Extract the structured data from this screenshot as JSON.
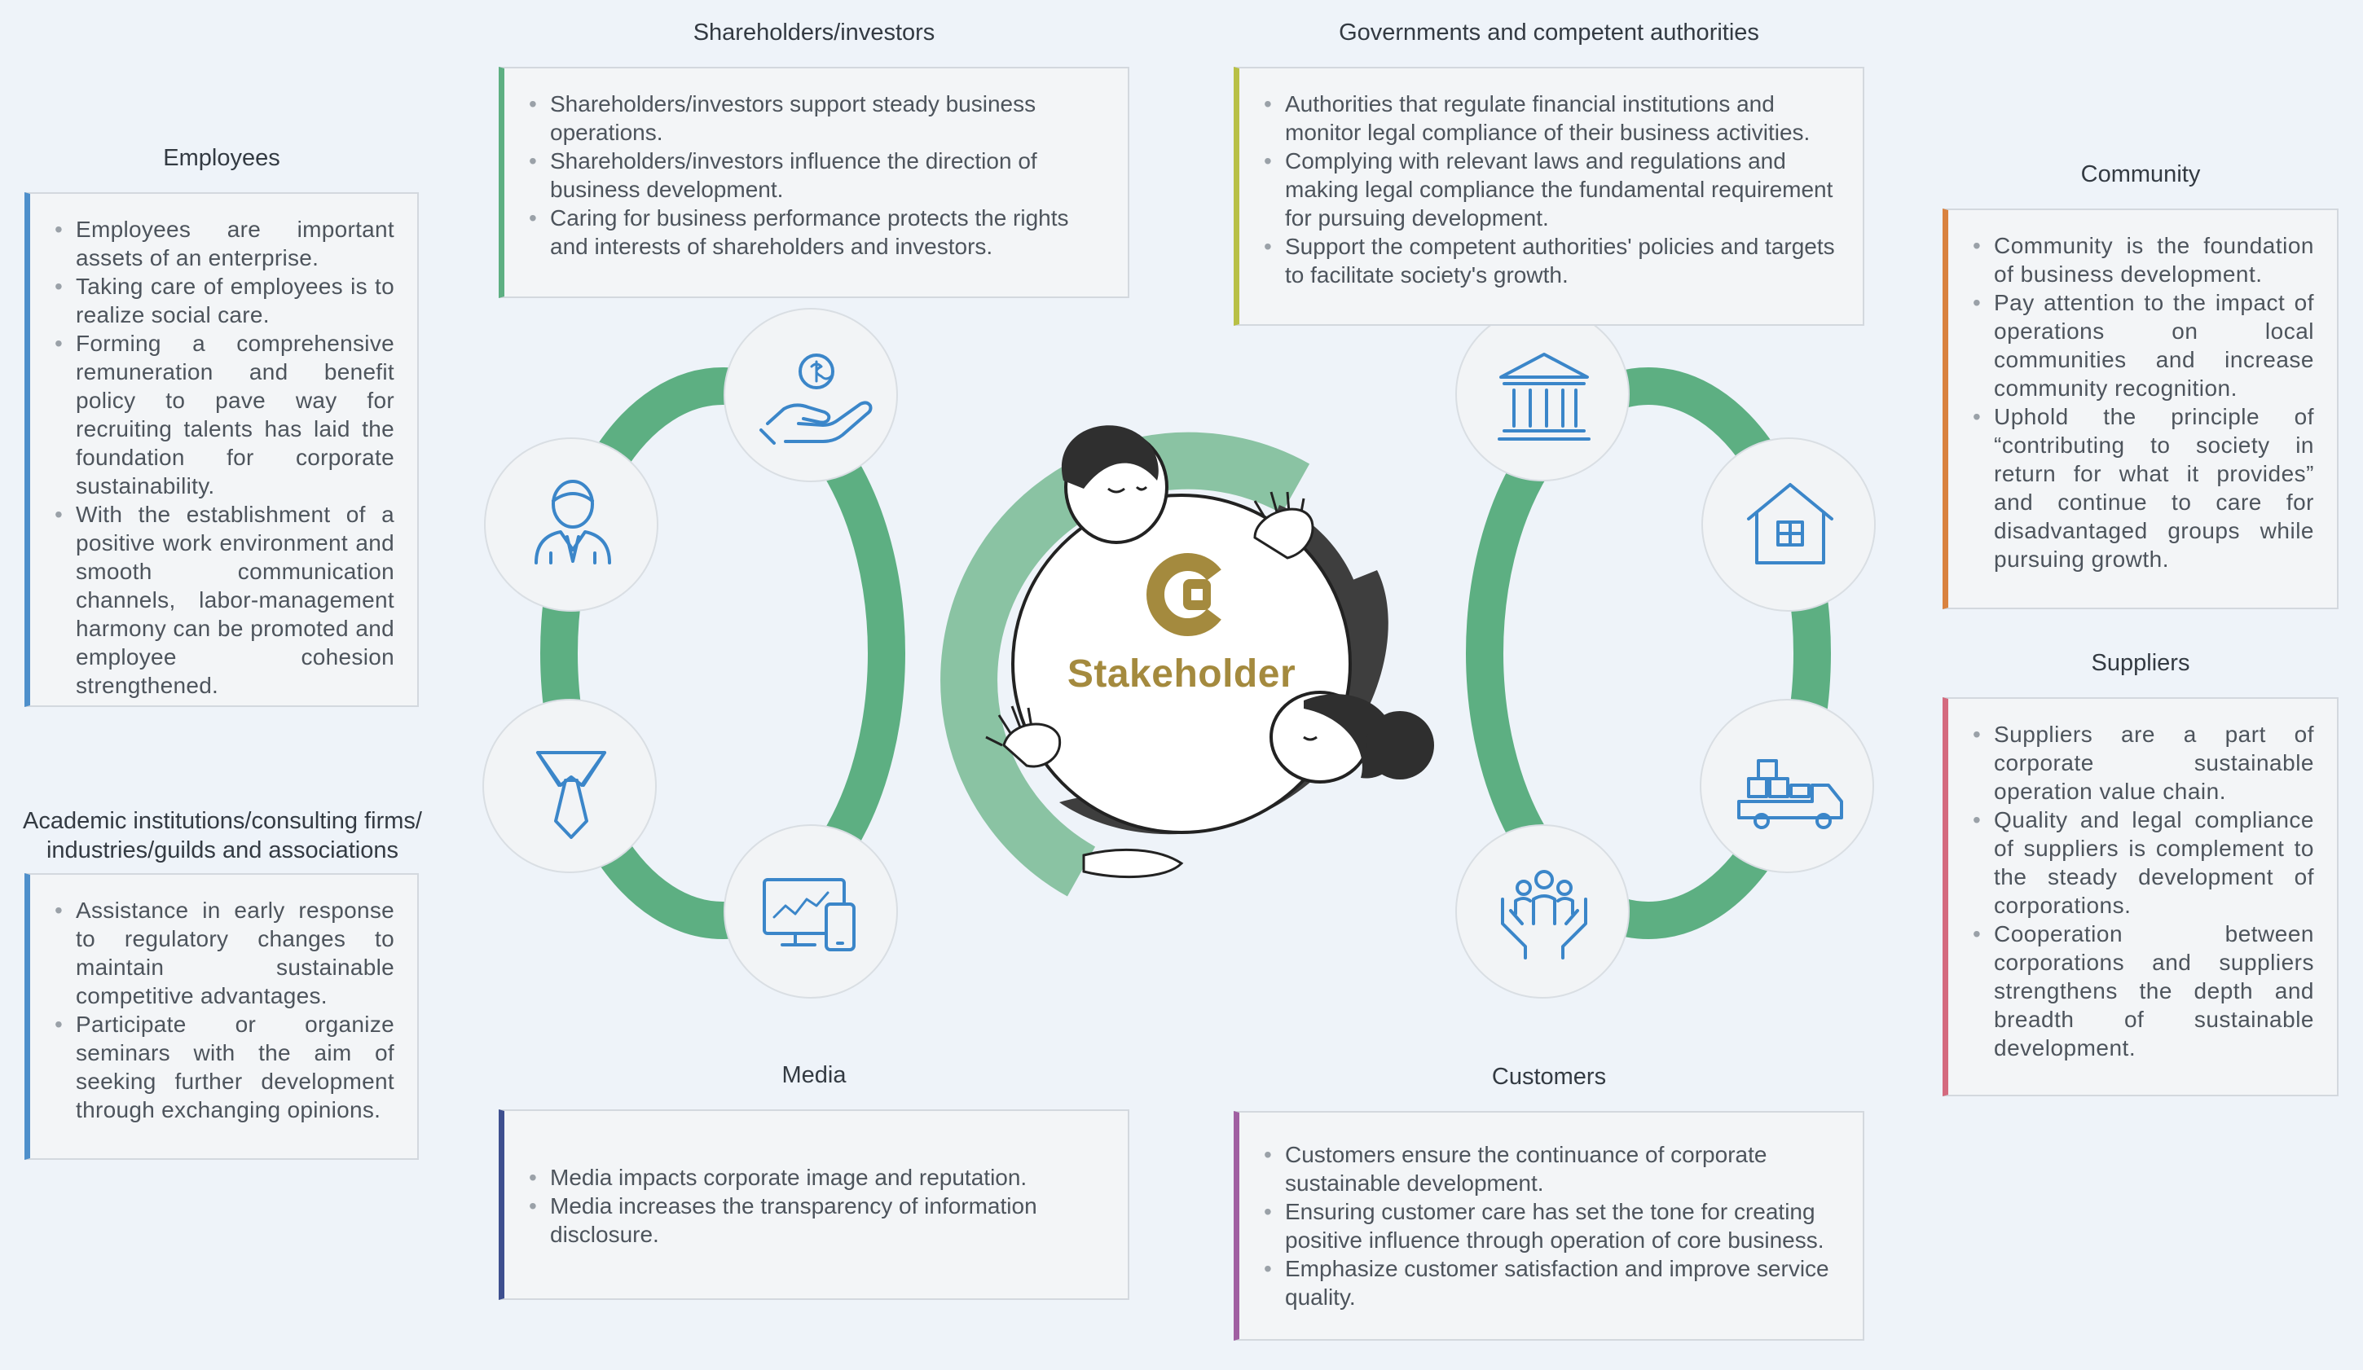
{
  "center": {
    "label": "Stakeholder",
    "logo_icon": "company-logo-icon"
  },
  "colors": {
    "ring": "#5daf82",
    "ring_light": "#8ac3a3",
    "icon_blue": "#3b86c9",
    "logo_gold": "#a48a3e",
    "employees_accent": "#4e8fcb",
    "academic_accent": "#4e8fcb",
    "shareholders_accent": "#5daf82",
    "media_accent": "#3e4f8f",
    "governments_accent": "#b8c046",
    "customers_accent": "#a05fa2",
    "community_accent": "#d9823f",
    "suppliers_accent": "#d46a7f"
  },
  "groups": {
    "employees": {
      "title": "Employees",
      "icon": "employee-icon",
      "items": [
        "Employees are important assets of an enterprise.",
        "Taking care of employees is to realize social care.",
        "Forming a comprehensive remuneration and benefit policy to pave way for recruiting talents has laid the foundation for corporate sustainability.",
        "With the establishment of a positive work environment and smooth communication channels, labor-management harmony can be promoted and employee cohesion strengthened."
      ]
    },
    "academic": {
      "title": "Academic institutions/consulting firms/ industries/guilds and associations",
      "icon": "necktie-icon",
      "items": [
        "Assistance in early response to regulatory changes to maintain sustainable competitive advantages.",
        "Participate or organize seminars with the aim of seeking further development through exchanging opinions."
      ]
    },
    "shareholders": {
      "title": "Shareholders/investors",
      "icon": "hand-coin-icon",
      "items": [
        "Shareholders/investors support steady business operations.",
        "Shareholders/investors influence the direction of business development.",
        "Caring for business performance protects the rights and interests of shareholders and investors."
      ]
    },
    "media": {
      "title": "Media",
      "icon": "monitor-phone-icon",
      "items": [
        "Media impacts corporate image and reputation.",
        "Media increases the transparency of information disclosure."
      ]
    },
    "governments": {
      "title": "Governments and competent authorities",
      "icon": "government-building-icon",
      "items": [
        "Authorities that regulate financial institutions and monitor legal compliance of their business activities.",
        "Complying with relevant laws and regulations and making legal compliance the fundamental requirement for pursuing development.",
        "Support the competent authorities' policies and targets to facilitate society's growth."
      ]
    },
    "customers": {
      "title": "Customers",
      "icon": "people-care-icon",
      "items": [
        "Customers ensure the continuance of corporate sustainable development.",
        "Ensuring customer care has set the tone for creating positive influence through operation of core business.",
        "Emphasize customer satisfaction and improve service quality."
      ]
    },
    "community": {
      "title": "Community",
      "icon": "house-icon",
      "items": [
        "Community is the foundation of business development.",
        "Pay attention to the impact of operations on local communities and increase community recognition.",
        "Uphold the principle of “contributing to society in return for what it provides” and continue to care for disadvantaged groups while pursuing growth."
      ]
    },
    "suppliers": {
      "title": "Suppliers",
      "icon": "delivery-truck-icon",
      "items": [
        "Suppliers are a part of corporate sustainable operation value chain.",
        "Quality and legal compliance of suppliers is complement to the steady development of corporations.",
        "Cooperation between corporations and suppliers strengthens the depth and breadth of sustainable development."
      ]
    }
  }
}
